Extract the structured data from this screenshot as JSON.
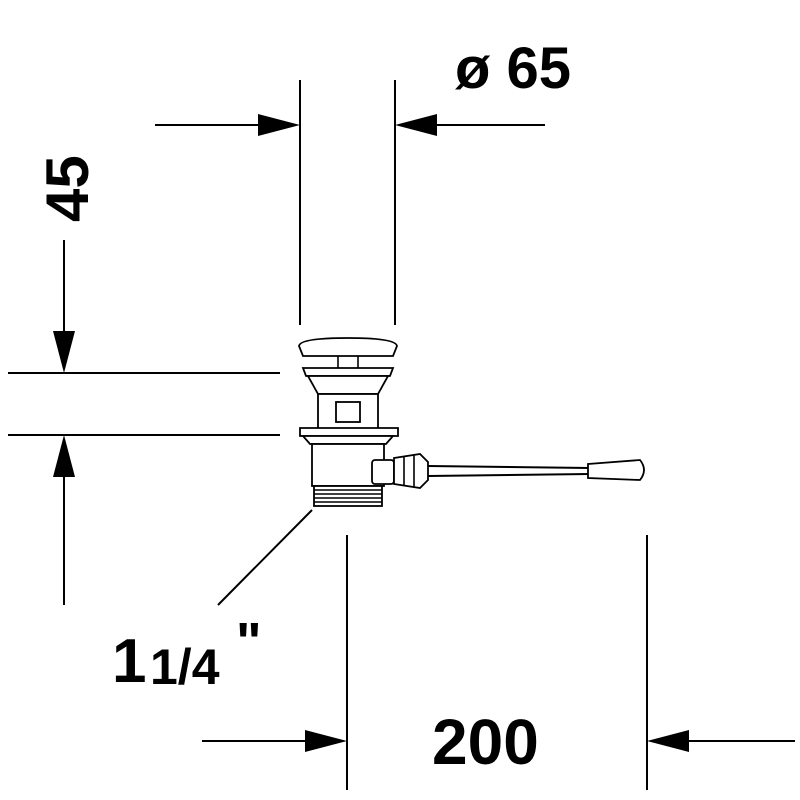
{
  "drawing": {
    "diameter_label": "ø 65",
    "height_label": "45",
    "thread_label_whole": "1",
    "thread_label_fraction": "1/4",
    "thread_label_inch": "\"",
    "length_label": "200"
  }
}
